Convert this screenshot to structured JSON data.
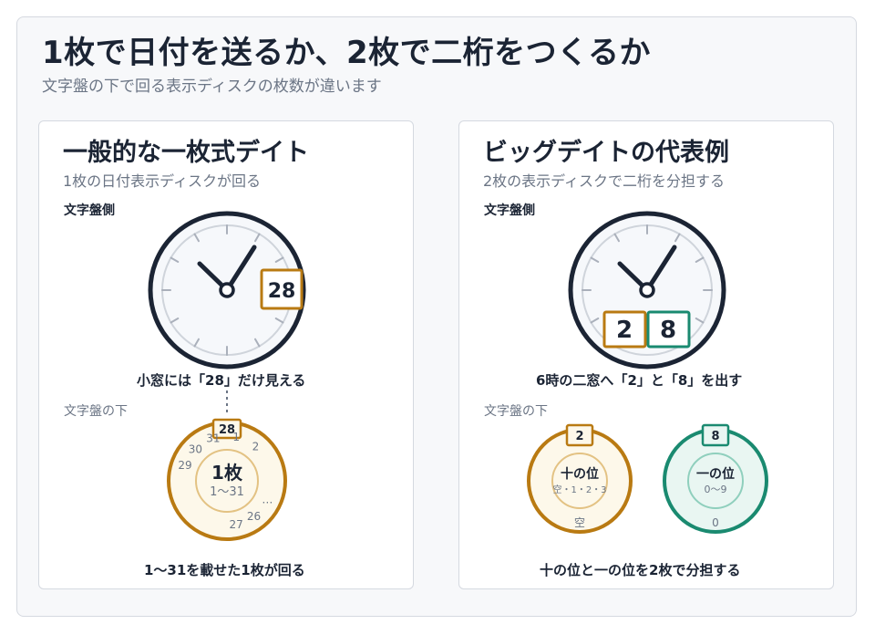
{
  "header": {
    "title": "1枚で日付を送るか、2枚で二桁をつくるか",
    "subtitle": "文字盤の下で回る表示ディスクの枚数が違います"
  },
  "left_panel": {
    "title": "一般的な一枚式デイト",
    "subtitle": "1枚の日付表示ディスクが回る",
    "dial_side_label": "文字盤側",
    "window_value": "28",
    "window_caption": "小窓には「28」だけ見える",
    "under_dial_label": "文字盤の下",
    "disc": {
      "window_number": "28",
      "numbers": [
        "29",
        "30",
        "31",
        "1",
        "2",
        "…",
        "26",
        "27"
      ],
      "center_label": "1枚",
      "center_range": "1〜31"
    },
    "bottom_caption": "1〜31を載せた1枚が回る"
  },
  "right_panel": {
    "title": "ビッグデイトの代表例",
    "subtitle": "2枚の表示ディスクで二桁を分担する",
    "dial_side_label": "文字盤側",
    "window_tens": "2",
    "window_ones": "8",
    "window_caption": "6時の二窓へ「2」と「8」を出す",
    "under_dial_label": "文字盤の下",
    "tens_disc": {
      "window_number": "2",
      "center_label": "十の位",
      "center_values": "空・1・2・3",
      "bottom_value": "空"
    },
    "ones_disc": {
      "window_number": "8",
      "center_label": "一の位",
      "center_values": "0〜9",
      "bottom_value": "0"
    },
    "bottom_caption": "十の位と一の位を2枚で分担する"
  },
  "colors": {
    "navy": "#1b2434",
    "gold": "#b97a12",
    "teal": "#1a8a70",
    "muted": "#6b7585",
    "tick": "#aab0bb"
  }
}
